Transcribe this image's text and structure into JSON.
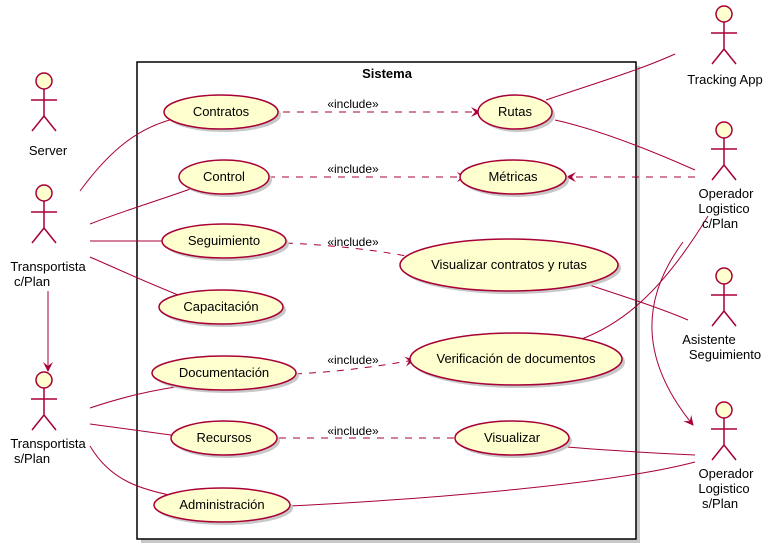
{
  "diagram": {
    "system_title": "Sistema",
    "include_label": "«include»",
    "colors": {
      "line": "#A80036",
      "fill": "#FEFECE"
    },
    "actors": {
      "server": {
        "lines": [
          "Server"
        ]
      },
      "transportista_cplan": {
        "lines": [
          "Transportista",
          "c/Plan"
        ]
      },
      "transportista_splan": {
        "lines": [
          "Transportista",
          "s/Plan"
        ]
      },
      "tracking_app": {
        "lines": [
          "Tracking App"
        ]
      },
      "operador_cplan": {
        "lines": [
          "Operador",
          "Logistico",
          "c/Plan"
        ]
      },
      "asistente": {
        "lines": [
          "Asistente",
          "Seguimiento"
        ]
      },
      "operador_splan": {
        "lines": [
          "Operador",
          "Logistico",
          "s/Plan"
        ]
      }
    },
    "use_cases": {
      "contratos": "Contratos",
      "rutas": "Rutas",
      "control": "Control",
      "metricas": "Métricas",
      "seguimiento": "Seguimiento",
      "visualizar_contratos_rutas": "Visualizar contratos y rutas",
      "capacitacion": "Capacitación",
      "documentacion": "Documentación",
      "verificacion": "Verificación de documentos",
      "recursos": "Recursos",
      "visualizar": "Visualizar",
      "administracion": "Administración"
    }
  }
}
